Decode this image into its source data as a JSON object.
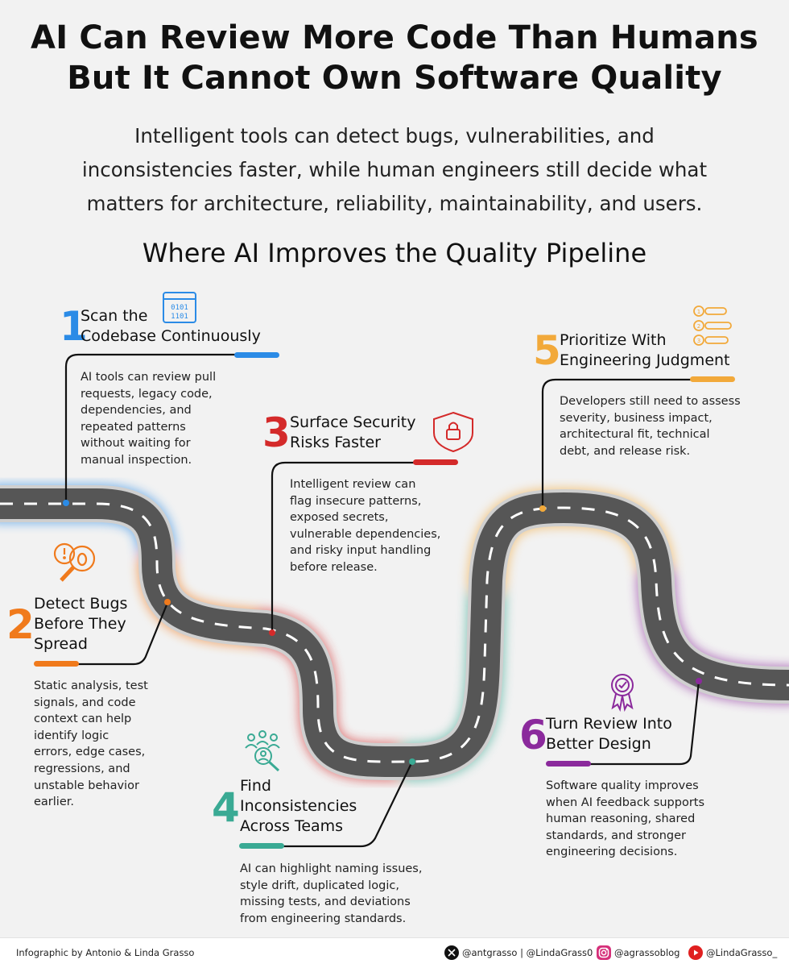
{
  "title": {
    "line1": "AI Can Review More Code Than Humans",
    "line2": "But It Cannot Own Software Quality"
  },
  "subtitle": {
    "line1": "Intelligent tools can detect bugs, vulnerabilities, and",
    "line2": "inconsistencies faster, while human engineers still decide what",
    "line3": "matters for architecture, reliability, maintainability, and users."
  },
  "section_heading": "Where AI Improves the Quality Pipeline",
  "colors": {
    "step1": "#2b8be6",
    "step2": "#f07a1c",
    "step3": "#d42a2a",
    "step4": "#3aaa94",
    "step5": "#f2a93a",
    "step6": "#8b2a9c",
    "road": "#555555",
    "road_edge": "#cfcfcf",
    "background": "#f2f2f2"
  },
  "steps": [
    {
      "number": "1",
      "icon": "binary-code-window-icon",
      "heading": [
        "Scan the",
        "Codebase Continuously"
      ],
      "description": [
        "AI tools can review pull",
        "requests, legacy code,",
        "dependencies, and",
        "repeated patterns",
        "without waiting for",
        "manual inspection."
      ]
    },
    {
      "number": "2",
      "icon": "bug-magnifier-icon",
      "heading": [
        "Detect Bugs",
        "Before They",
        "Spread"
      ],
      "description": [
        "Static analysis, test",
        "signals, and code",
        "context can help",
        "identify logic",
        "errors, edge cases,",
        "regressions, and",
        "unstable behavior",
        "earlier."
      ]
    },
    {
      "number": "3",
      "icon": "security-shield-lock-icon",
      "heading": [
        "Surface Security",
        "Risks Faster"
      ],
      "description": [
        "Intelligent review can",
        "flag insecure patterns,",
        "exposed secrets,",
        "vulnerable dependencies,",
        "and risky input handling",
        "before release."
      ]
    },
    {
      "number": "4",
      "icon": "team-search-icon",
      "heading": [
        "Find",
        "Inconsistencies",
        "Across Teams"
      ],
      "description": [
        "AI can highlight naming issues,",
        "style drift, duplicated logic,",
        "missing tests, and deviations",
        "from engineering standards."
      ]
    },
    {
      "number": "5",
      "icon": "numbered-list-icon",
      "heading": [
        "Prioritize With",
        "Engineering Judgment"
      ],
      "description": [
        "Developers still need to assess",
        "severity, business impact,",
        "architectural fit, technical",
        "debt, and release risk."
      ]
    },
    {
      "number": "6",
      "icon": "quality-badge-icon",
      "heading": [
        "Turn Review Into",
        "Better Design"
      ],
      "description": [
        "Software quality improves",
        "when AI feedback supports",
        "human reasoning, shared",
        "standards, and stronger",
        "engineering decisions."
      ]
    }
  ],
  "footer": {
    "credit": "Infographic by Antonio & Linda Grasso",
    "x_handles": "@antgrasso | @LindaGrass0",
    "instagram": "@agrassoblog",
    "youtube": "@LindaGrasso_"
  }
}
